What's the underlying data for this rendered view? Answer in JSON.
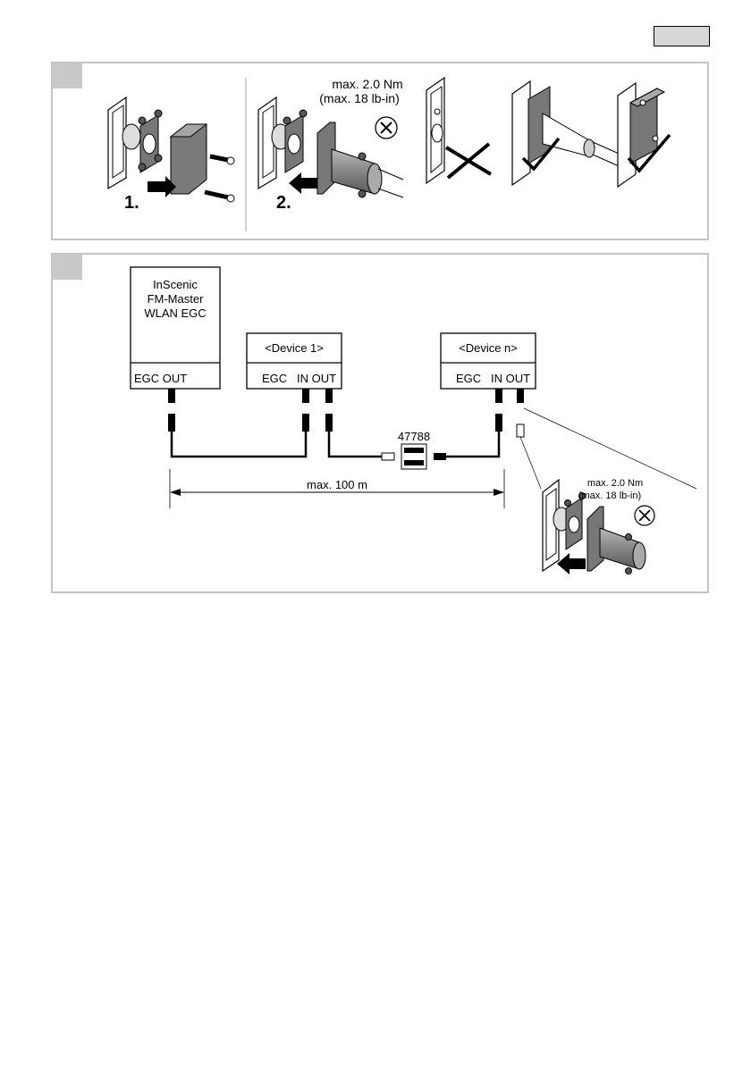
{
  "panel1": {
    "step1_label": "1.",
    "step2_label": "2.",
    "torque_line1": "max. 2.0 Nm",
    "torque_line2": "(max. 18 lb-in)",
    "wrong_icon": "cross-mark-icon",
    "right_icon": "check-mark-icon"
  },
  "panel2": {
    "master": {
      "line1": "InScenic",
      "line2": "FM-Master",
      "line3": "WLAN EGC",
      "port": "EGC OUT"
    },
    "device1": {
      "name": "<Device 1>",
      "ports": "EGC   IN OUT"
    },
    "devicen": {
      "name": "<Device n>",
      "ports": "EGC   IN OUT"
    },
    "adapter_part": "47788",
    "distance": "max. 100 m",
    "torque_line1": "max. 2.0 Nm",
    "torque_line2": "(max. 18 lb-in)"
  }
}
